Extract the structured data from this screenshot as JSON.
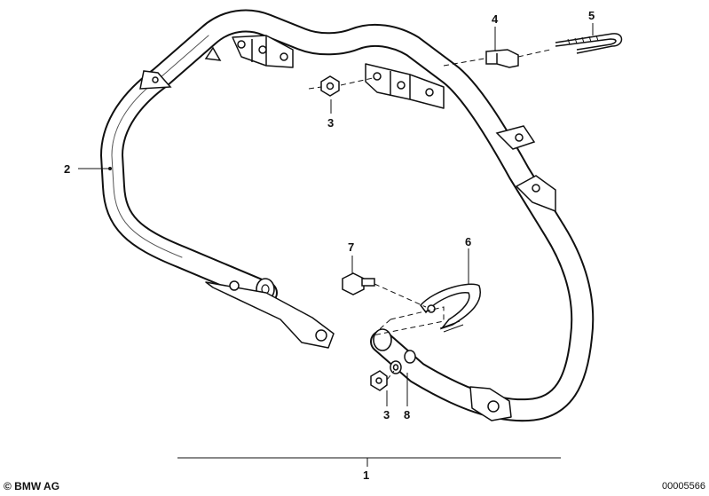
{
  "callouts": {
    "c1": "1",
    "c2": "2",
    "c3a": "3",
    "c3b": "3",
    "c4": "4",
    "c5": "5",
    "c6": "6",
    "c7": "7",
    "c8": "8"
  },
  "footer": {
    "copyright": "© BMW AG",
    "document_number": "00005566"
  }
}
